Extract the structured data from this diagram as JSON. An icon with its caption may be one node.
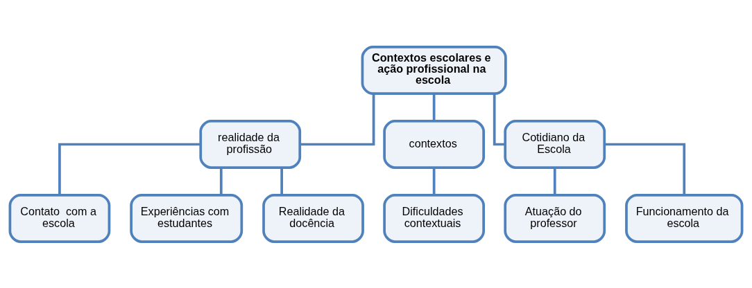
{
  "diagram": {
    "nodes": [
      {
        "text": [
          "Contextos escolares e ação profissional na escola"
        ]
      },
      {
        "text": [
          "realidade da profissão"
        ]
      },
      {
        "text": [
          "contextos"
        ]
      },
      {
        "text": [
          "Cotidiano da Escola"
        ]
      },
      {
        "text": [
          "Contato  com a escola"
        ]
      },
      {
        "text": [
          "Experiências com estudantes"
        ]
      },
      {
        "text": [
          "Realidade da docência"
        ]
      },
      {
        "text": [
          "Dificuldades contextuais"
        ]
      },
      {
        "text": [
          "Atuação do professor"
        ]
      },
      {
        "text": [
          "Funcionamento da escola"
        ]
      }
    ],
    "edges": [
      {
        "from": 0,
        "to": 1,
        "arrow": "none"
      },
      {
        "from": 0,
        "to": 2,
        "arrow": "none"
      },
      {
        "from": 0,
        "to": 3,
        "arrow": "none"
      },
      {
        "from": 1,
        "to": 4,
        "arrow": "none"
      },
      {
        "from": 1,
        "to": 5,
        "arrow": "none"
      },
      {
        "from": 1,
        "to": 6,
        "arrow": "none"
      },
      {
        "from": 2,
        "to": 7,
        "arrow": "none"
      },
      {
        "from": 3,
        "to": 8,
        "arrow": "none"
      },
      {
        "from": 3,
        "to": 9,
        "arrow": "none"
      }
    ]
  }
}
